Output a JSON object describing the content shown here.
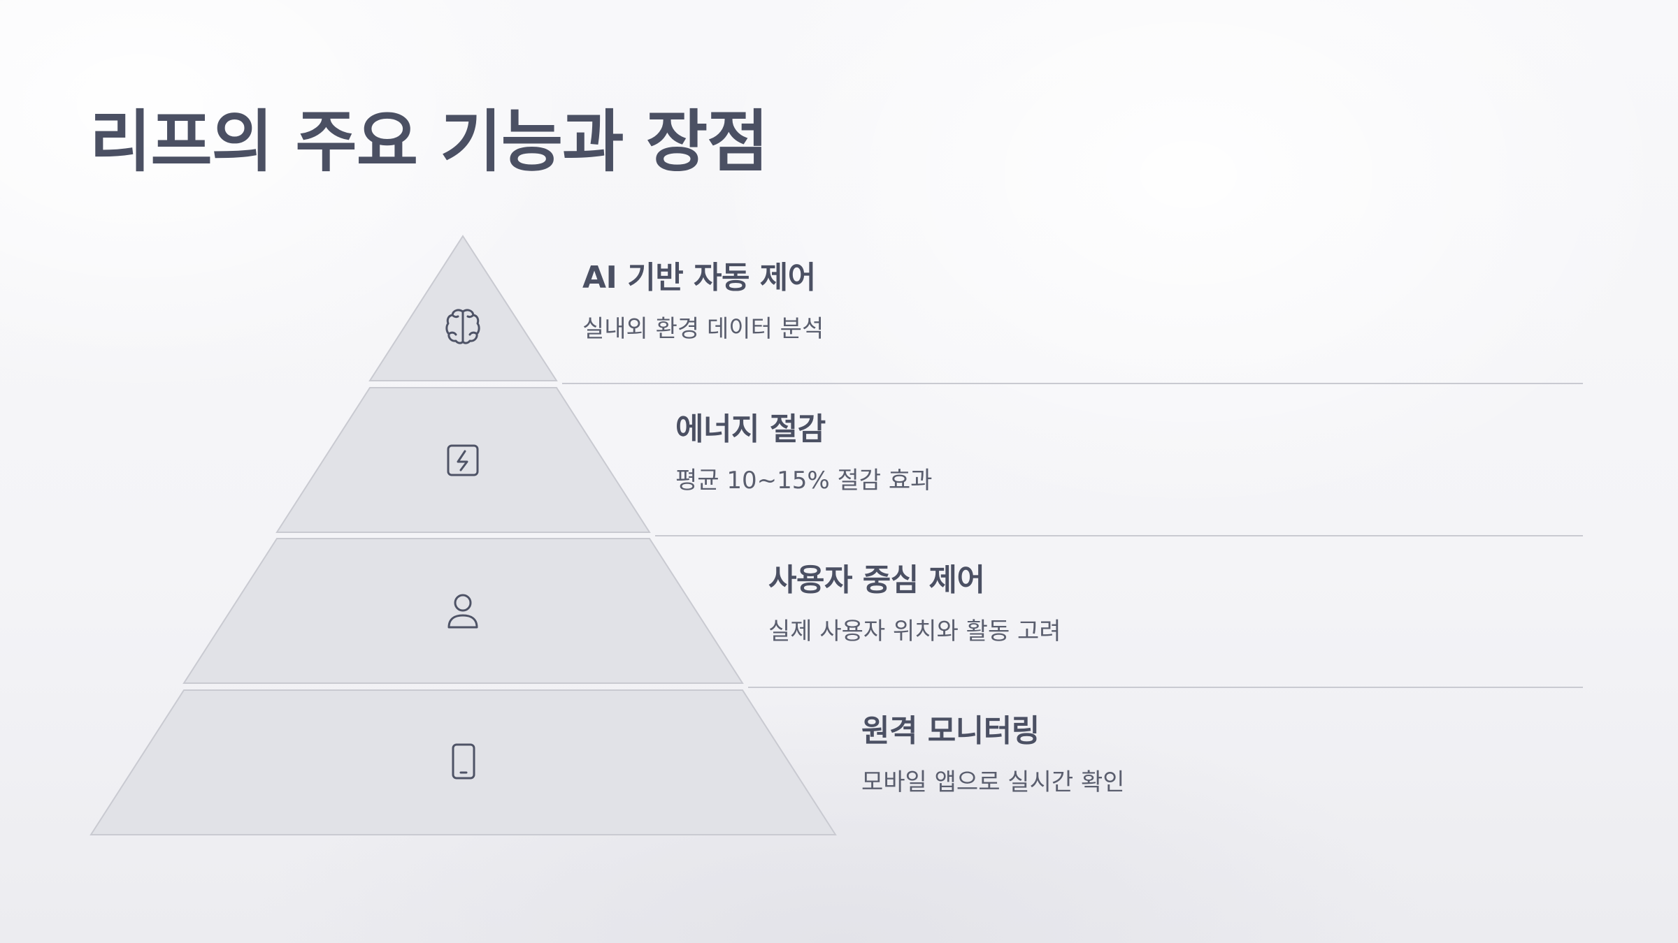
{
  "slide": {
    "title": "리프의 주요 기능과 장점"
  },
  "tiers": [
    {
      "title": "AI 기반 자동 제어",
      "description": "실내외 환경 데이터 분석",
      "icon": "brain-icon"
    },
    {
      "title": "에너지 절감",
      "description": "평균 10~15% 절감 효과",
      "icon": "lightning-icon"
    },
    {
      "title": "사용자 중심 제어",
      "description": "실제 사용자 위치와 활동 고려",
      "icon": "user-icon"
    },
    {
      "title": "원격 모니터링",
      "description": "모바일 앱으로 실시간 확인",
      "icon": "smartphone-icon"
    }
  ],
  "colors": {
    "title": "#4b5063",
    "tier_fill": "#e1e2e7",
    "tier_stroke": "#c9cad1",
    "icon": "#4e5366",
    "description": "#5a5e6e"
  }
}
